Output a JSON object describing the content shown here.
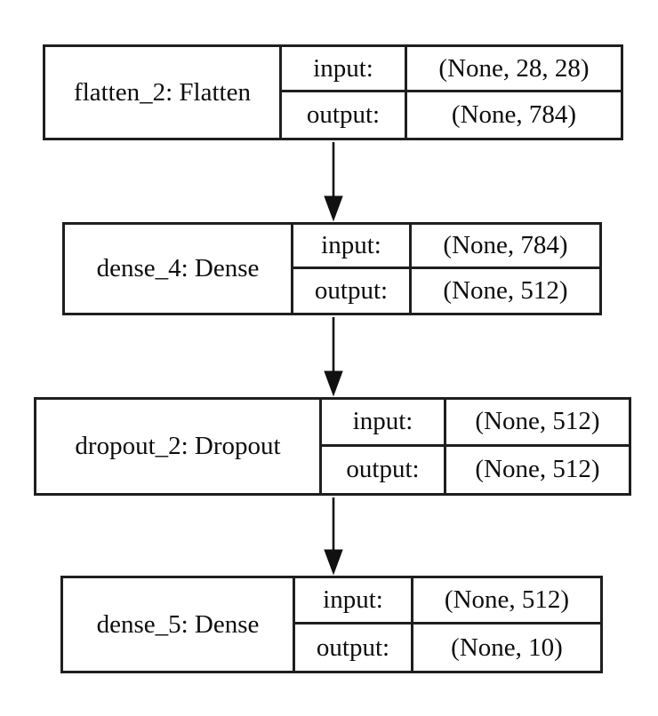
{
  "diagram": {
    "kind": "keras-model-architecture",
    "field_labels": {
      "input": "input:",
      "output": "output:"
    },
    "nodes": [
      {
        "name": "flatten_2: Flatten",
        "input_shape": "(None, 28, 28)",
        "output_shape": "(None, 784)"
      },
      {
        "name": "dense_4: Dense",
        "input_shape": "(None, 784)",
        "output_shape": "(None, 512)"
      },
      {
        "name": "dropout_2: Dropout",
        "input_shape": "(None, 512)",
        "output_shape": "(None, 512)"
      },
      {
        "name": "dense_5: Dense",
        "input_shape": "(None, 512)",
        "output_shape": "(None, 10)"
      }
    ],
    "edges": [
      {
        "from": "flatten_2: Flatten",
        "to": "dense_4: Dense"
      },
      {
        "from": "dense_4: Dense",
        "to": "dropout_2: Dropout"
      },
      {
        "from": "dropout_2: Dropout",
        "to": "dense_5: Dense"
      }
    ],
    "colors": {
      "background": "#ffffff",
      "border": "#1f1f1f",
      "text": "#0d0d0d",
      "arrow": "#111111"
    }
  }
}
